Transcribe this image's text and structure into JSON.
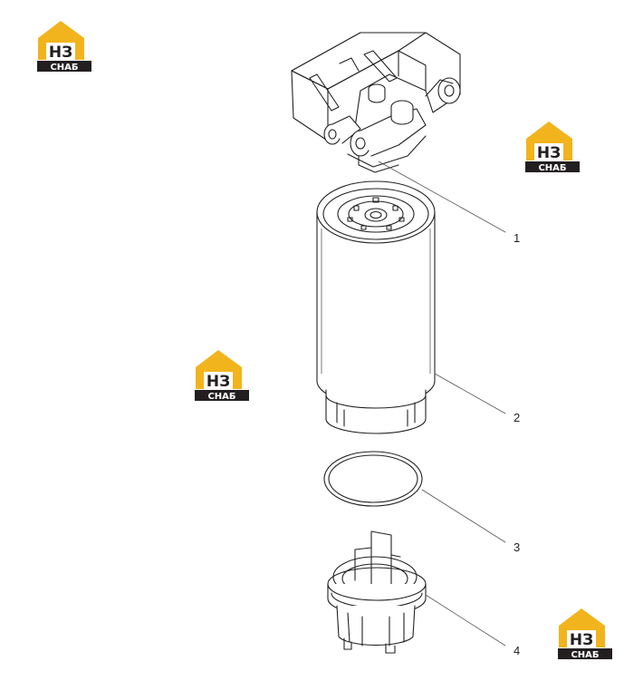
{
  "diagram": {
    "callouts": [
      {
        "id": "1",
        "label": "1"
      },
      {
        "id": "2",
        "label": "2"
      },
      {
        "id": "3",
        "label": "3"
      },
      {
        "id": "4",
        "label": "4"
      }
    ],
    "parts": [
      "filter-head",
      "filter-cartridge",
      "o-ring",
      "drain-bowl"
    ]
  },
  "watermark": {
    "big_text": "НЗ",
    "small_text": "СНАБ",
    "colors": {
      "gold": "#f2b41c",
      "dark": "#231f20",
      "white": "#ffffff"
    }
  },
  "colors": {
    "line": "#222222",
    "leader": "#555555",
    "background": "#ffffff"
  }
}
